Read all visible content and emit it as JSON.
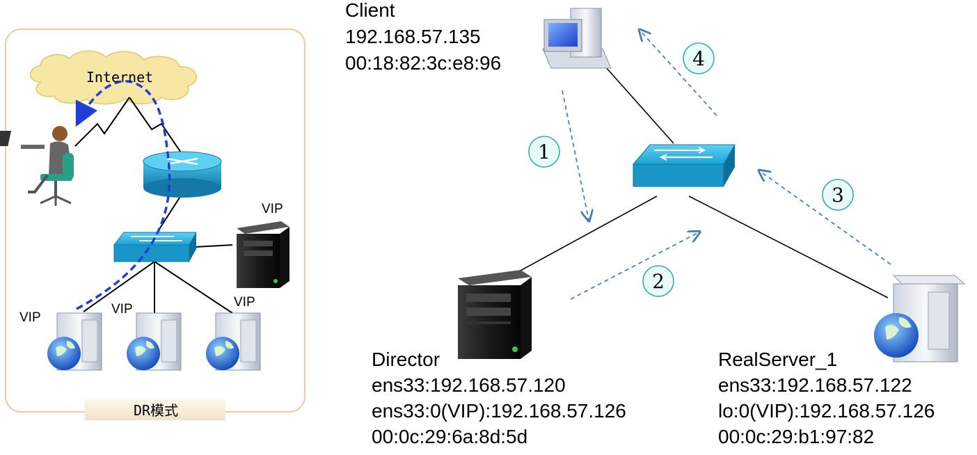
{
  "left_panel": {
    "cloud_label": "Internet",
    "mode_label": "DR模式",
    "vip_labels": [
      "VIP",
      "VIP",
      "VIP",
      "VIP"
    ]
  },
  "client": {
    "name": "Client",
    "ip": "192.168.57.135",
    "mac": "00:18:82:3c:e8:96"
  },
  "director": {
    "name": "Director",
    "line1": "ens33:192.168.57.120",
    "line2": "ens33:0(VIP):192.168.57.126",
    "mac": "00:0c:29:6a:8d:5d"
  },
  "realserver": {
    "name": "RealServer_1",
    "line1": "ens33:192.168.57.122",
    "line2": "lo:0(VIP):192.168.57.126",
    "mac": "00:0c:29:b1:97:82"
  },
  "steps": [
    "1",
    "2",
    "3",
    "4"
  ],
  "colors": {
    "switch": "#1aa3d4",
    "arrow": "#4a7fb5",
    "step_circle": "#e8fbf8",
    "step_border": "#3bb0a0",
    "panel_border": "#f2c8a8",
    "cloud": "#f6e7a4",
    "blue_path": "#1f3fd8"
  },
  "icons": [
    "internet-cloud-icon",
    "user-laptop-icon",
    "router-icon",
    "switch-icon",
    "server-tower-icon",
    "web-server-icon",
    "desktop-pc-icon"
  ]
}
